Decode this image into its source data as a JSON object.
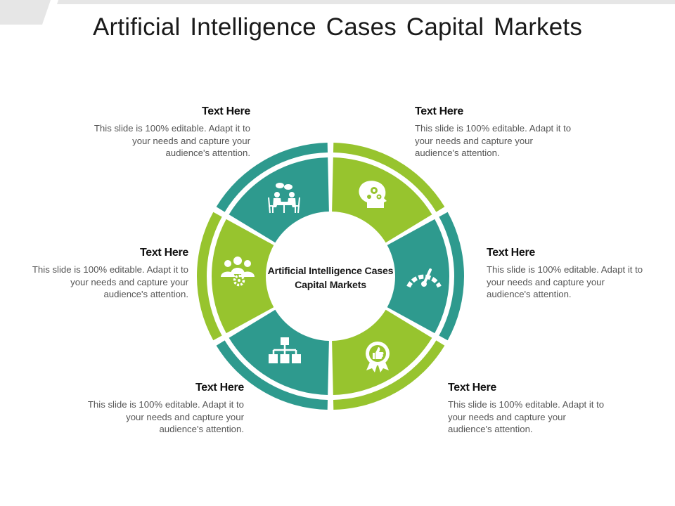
{
  "title": "Artificial Intelligence Cases Capital Markets",
  "center_label": "Artificial Intelligence Cases Capital Markets",
  "colors": {
    "teal": "#2E9A8E",
    "green": "#97C42E",
    "deco": "#E6E6E6"
  },
  "items": [
    {
      "heading": "Text Here",
      "body": "This slide is 100% editable. Adapt it to your needs and capture your audience's attention.",
      "icon": "brain-gears-icon",
      "color": "green"
    },
    {
      "heading": "Text Here",
      "body": "This slide is 100% editable. Adapt it to your needs and capture your audience's attention.",
      "icon": "speedometer-icon",
      "color": "teal"
    },
    {
      "heading": "Text Here",
      "body": "This slide is 100% editable. Adapt it to your needs and capture your audience's attention.",
      "icon": "thumbs-up-badge-icon",
      "color": "green"
    },
    {
      "heading": "Text Here",
      "body": "This slide is 100% editable. Adapt it to your needs and capture your audience's attention.",
      "icon": "org-chart-icon",
      "color": "teal"
    },
    {
      "heading": "Text Here",
      "body": "This slide is 100% editable. Adapt it to your needs and capture your audience's attention.",
      "icon": "team-gear-icon",
      "color": "green"
    },
    {
      "heading": "Text Here",
      "body": "This slide is 100% editable. Adapt it to your needs and capture your audience's attention.",
      "icon": "meeting-icon",
      "color": "teal"
    }
  ]
}
